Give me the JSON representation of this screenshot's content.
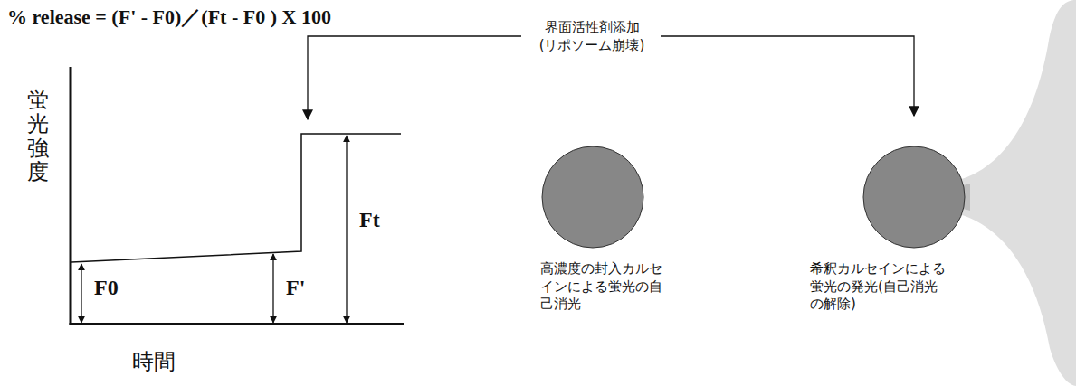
{
  "diagram": {
    "title": "% release = (F' - F0)／(Ft - F0 ) X 100",
    "nodes": [
      {
        "text": [
          "高濃度の封入カルセインによる蛍光の自己消光"
        ]
      },
      {
        "text": [
          "希釈カルセインによる蛍光の発光(自己消光の解除)"
        ]
      }
    ],
    "labels": [
      "界面活性剤添加 (リポソーム崩壊)",
      "蛍光強度",
      "F0",
      "F'",
      "Ft",
      "時間"
    ]
  }
}
